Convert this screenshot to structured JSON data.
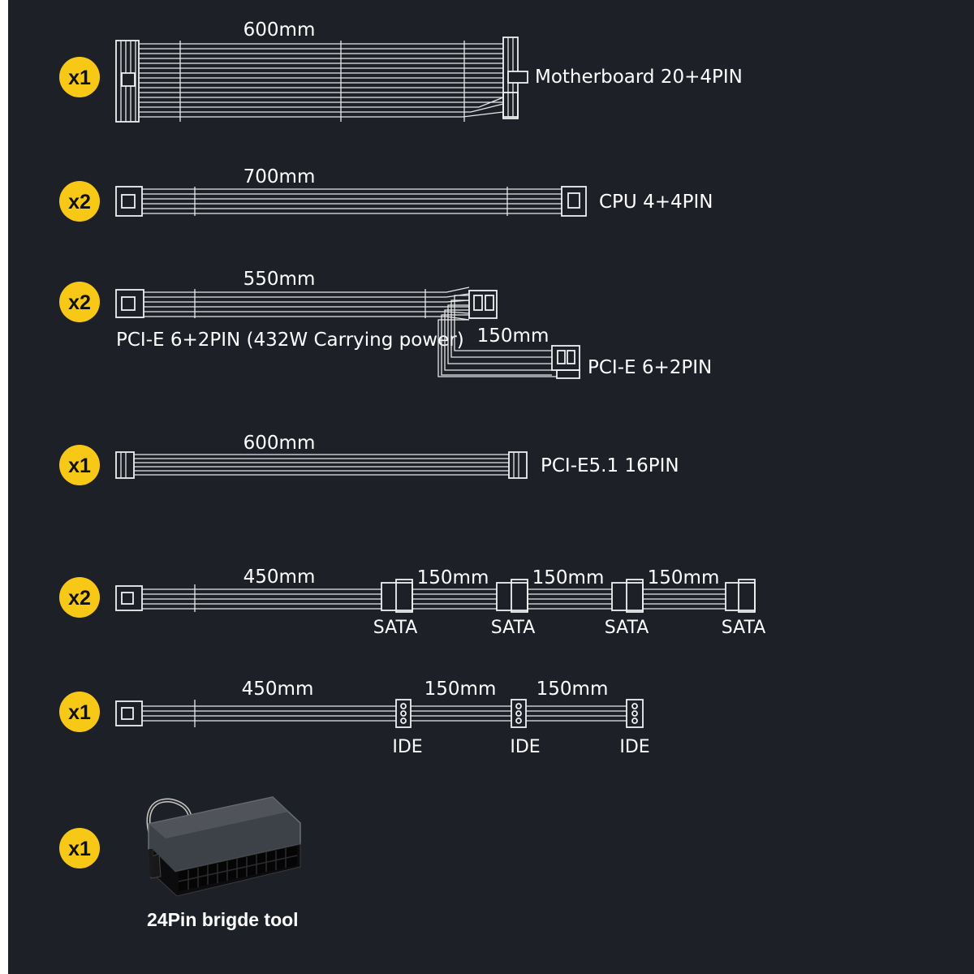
{
  "cables": [
    {
      "qty": "x1",
      "length": "600mm",
      "label": "Motherboard 20+4PIN"
    },
    {
      "qty": "x2",
      "length": "700mm",
      "label": "CPU 4+4PIN"
    },
    {
      "qty": "x2",
      "length": "550mm",
      "label": "PCI-E 6+2PIN (432W Carrying power)",
      "branch_length": "150mm",
      "branch_label": "PCI-E 6+2PIN"
    },
    {
      "qty": "x1",
      "length": "600mm",
      "label": "PCI-E5.1 16PIN"
    },
    {
      "qty": "x2",
      "length": "450mm",
      "segments": [
        "150mm",
        "150mm",
        "150mm"
      ],
      "connectors": [
        "SATA",
        "SATA",
        "SATA",
        "SATA"
      ]
    },
    {
      "qty": "x1",
      "length": "450mm",
      "segments": [
        "150mm",
        "150mm"
      ],
      "connectors": [
        "IDE",
        "IDE",
        "IDE"
      ]
    }
  ],
  "tool": {
    "qty": "x1",
    "label": "24Pin brigde tool"
  },
  "colors": {
    "background": "#1d2027",
    "badge": "#f7c916",
    "line": "#e8e8e8",
    "text": "#ffffff"
  }
}
